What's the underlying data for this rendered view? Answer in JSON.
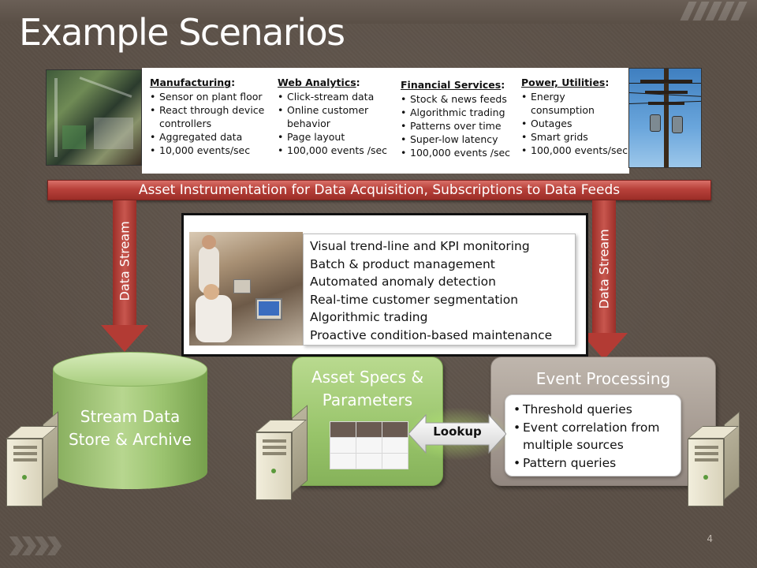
{
  "slide": {
    "title": "Example Scenarios",
    "page_number": "4"
  },
  "scenarios": [
    {
      "heading": "Manufacturing",
      "items": [
        "Sensor on plant floor",
        "React through device controllers",
        "Aggregated data",
        "10,000 events/sec"
      ]
    },
    {
      "heading": "Web Analytics",
      "items": [
        "Click-stream data",
        "Online customer behavior",
        "Page layout",
        "100,000 events /sec"
      ]
    },
    {
      "heading": "Financial Services",
      "items": [
        "Stock & news feeds",
        "Algorithmic trading",
        "Patterns over time",
        "Super-low latency",
        "100,000 events /sec"
      ]
    },
    {
      "heading": "Power, Utilities",
      "items": [
        "Energy consumption",
        "Outages",
        "Smart grids",
        "100,000 events/sec"
      ]
    }
  ],
  "banner": {
    "text": "Asset Instrumentation for Data Acquisition, Subscriptions to Data Feeds"
  },
  "arrows": {
    "left_label": "Data Stream",
    "right_label": "Data Stream"
  },
  "monitoring": {
    "items": [
      "Visual trend-line and KPI monitoring",
      "Batch & product management",
      "Automated anomaly detection",
      "Real-time customer segmentation",
      "Algorithmic trading",
      "Proactive condition-based maintenance"
    ]
  },
  "store": {
    "line1": "Stream Data",
    "line2": "Store & Archive"
  },
  "asset_specs": {
    "line1": "Asset Specs &",
    "line2": "Parameters"
  },
  "lookup": {
    "label": "Lookup"
  },
  "event_processing": {
    "title": "Event Processing",
    "items": [
      "Threshold queries",
      "Event correlation from multiple sources",
      "Pattern queries"
    ]
  },
  "colors": {
    "background": "#5a4f46",
    "banner_red": "#b8413a",
    "green": "#98c46a",
    "gray_box": "#a59a91"
  }
}
